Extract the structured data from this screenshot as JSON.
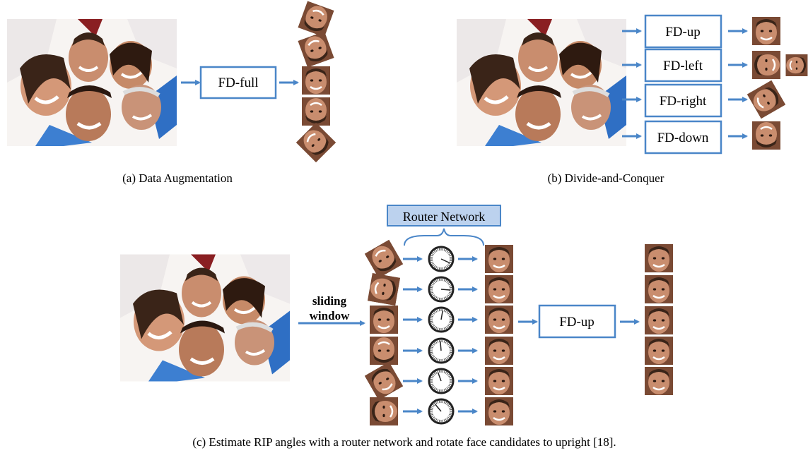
{
  "panel_a": {
    "caption": "(a)  Data Augmentation",
    "detector_label": "FD-full"
  },
  "panel_b": {
    "caption": "(b)  Divide-and-Conquer",
    "detectors": [
      "FD-up",
      "FD-left",
      "FD-right",
      "FD-down"
    ]
  },
  "panel_c": {
    "caption": "(c)  Estimate RIP angles with a router network and rotate face candidates to upright [18].",
    "router_label": "Router Network",
    "sliding_line1": "sliding",
    "sliding_line2": "window",
    "detector_label": "FD-up"
  },
  "colors": {
    "accent": "#4a86c8",
    "router_fill": "#bcd2ee",
    "skin": "#c98d6e",
    "skin_dark": "#8a5436",
    "hair": "#3a2418",
    "shirt_blue": "#3d7fd1",
    "dress_white": "#f4f1f1"
  }
}
